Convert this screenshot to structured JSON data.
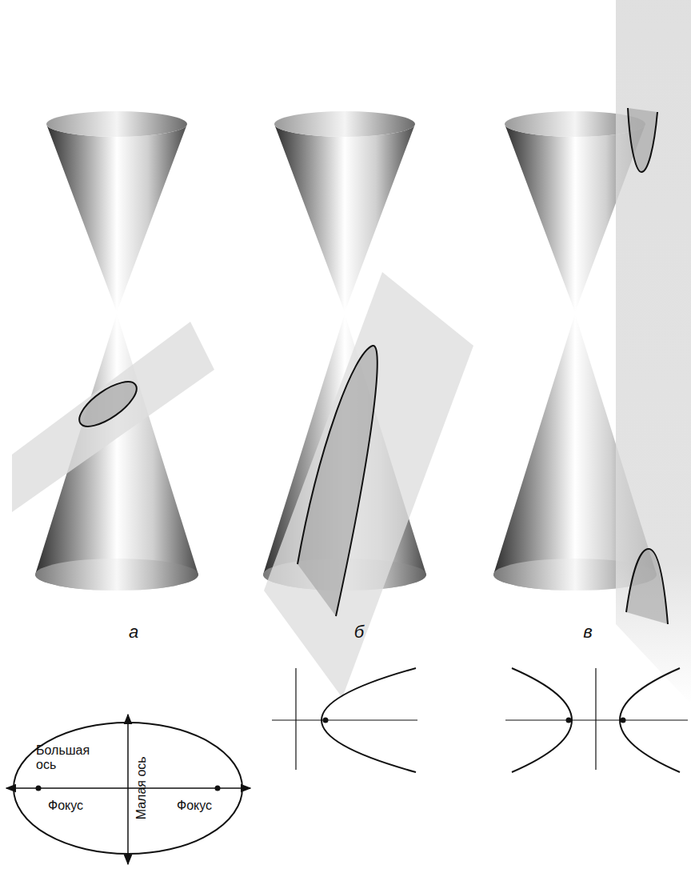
{
  "diagram": {
    "labels": [
      "а",
      "б",
      "в",
      "Большая ось",
      "Малая ось",
      "Фокус",
      "Фокус"
    ]
  }
}
